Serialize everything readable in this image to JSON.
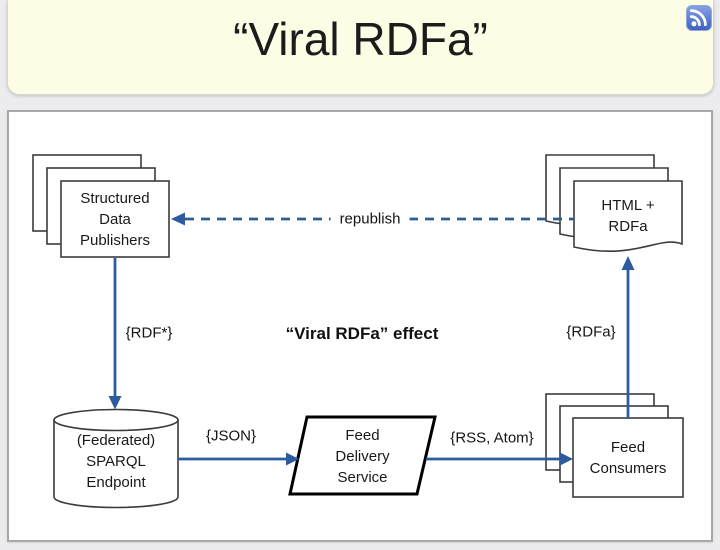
{
  "header": {
    "title": "“Viral RDFa”",
    "background_color": "#fdfde6"
  },
  "icons": {
    "rss": "rss-feed-icon"
  },
  "diagram": {
    "caption": "“Viral RDFa” effect",
    "colors": {
      "arrow_blue": "#2e5b9e",
      "shape_border": "#3b3b3b",
      "parallelogram_border": "#000000"
    },
    "nodes": {
      "publishers": {
        "label": "Structured\nData\nPublishers",
        "shape": "stacked-rectangles"
      },
      "html_rdfa": {
        "label": "HTML +\nRDFa",
        "shape": "stacked-documents"
      },
      "sparql": {
        "label": "(Federated)\nSPARQL\nEndpoint",
        "shape": "cylinder"
      },
      "feed_delivery": {
        "label": "Feed\nDelivery\nService",
        "shape": "parallelogram"
      },
      "feed_consumers": {
        "label": "Feed\nConsumers",
        "shape": "stacked-rectangles"
      }
    },
    "edges": {
      "republish": {
        "label": "republish",
        "style": "dashed",
        "from": "html_rdfa",
        "to": "publishers"
      },
      "rdf": {
        "label": "{RDF*}",
        "style": "solid",
        "from": "publishers",
        "to": "sparql"
      },
      "json": {
        "label": "{JSON}",
        "style": "solid",
        "from": "sparql",
        "to": "feed_delivery"
      },
      "rss_atom": {
        "label": "{RSS, Atom}",
        "style": "solid",
        "from": "feed_delivery",
        "to": "feed_consumers"
      },
      "rdfa": {
        "label": "{RDFa}",
        "style": "solid",
        "from": "feed_consumers",
        "to": "html_rdfa"
      }
    }
  }
}
